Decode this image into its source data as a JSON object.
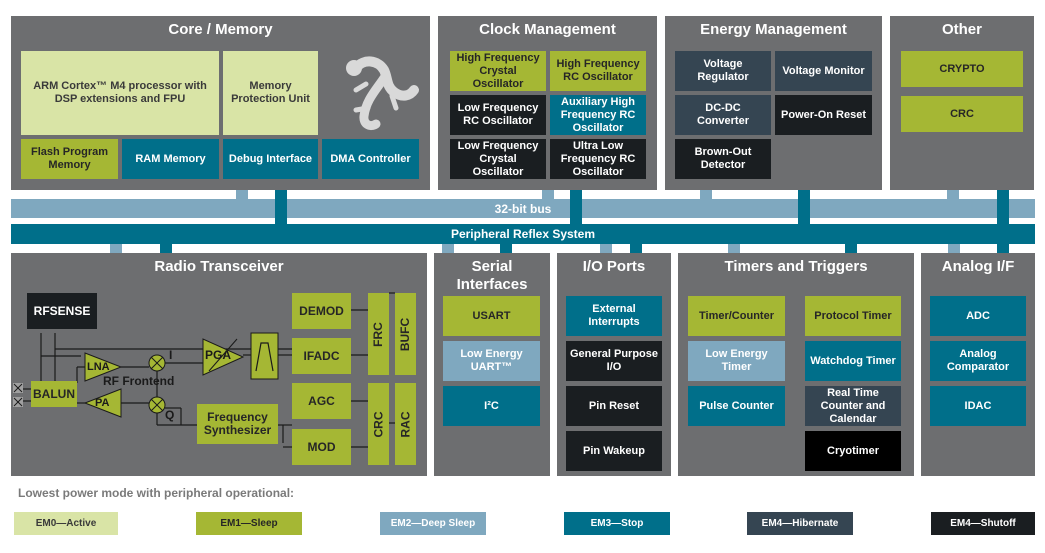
{
  "colors": {
    "panel": "#6d6e70",
    "em0": "#d9e4a6",
    "em1": "#a5b734",
    "em2": "#7fa8bf",
    "em3": "#006f8a",
    "em4_hibernate": "#354552",
    "em4_shutoff": "#1a1e21"
  },
  "core": {
    "title": "Core / Memory",
    "arm": "ARM Cortex™ M4 processor with DSP extensions and FPU",
    "mpu": "Memory Protection Unit",
    "flash": "Flash Program Memory",
    "ram": "RAM Memory",
    "debug": "Debug Interface",
    "dma": "DMA Controller"
  },
  "clock": {
    "title": "Clock Management",
    "hfxo": "High Frequency Crystal Oscillator",
    "hfrco": "High Frequency RC Oscillator",
    "lfrco": "Low Frequency RC Oscillator",
    "auxhfrco": "Auxiliary High Frequency RC Oscillator",
    "lfxo": "Low Frequency Crystal Oscillator",
    "ulfrco": "Ultra Low Frequency RC Oscillator"
  },
  "energy": {
    "title": "Energy Management",
    "vreg": "Voltage Regulator",
    "vmon": "Voltage Monitor",
    "dcdc": "DC-DC Converter",
    "por": "Power-On Reset",
    "bod": "Brown-Out Detector"
  },
  "other": {
    "title": "Other",
    "crypto": "CRYPTO",
    "crc": "CRC"
  },
  "bus": {
    "bus32": "32-bit bus",
    "prs": "Peripheral Reflex System"
  },
  "radio": {
    "title": "Radio Transceiver",
    "rfsense": "RFSENSE",
    "lna": "LNA",
    "pa": "PA",
    "balun": "BALUN",
    "rf_frontend": "RF Frontend",
    "i": "I",
    "q": "Q",
    "pga": "PGA",
    "demod": "DEMOD",
    "ifadc": "IFADC",
    "agc": "AGC",
    "mod": "MOD",
    "synth": "Frequency Synthesizer",
    "frc": "FRC",
    "bufc": "BUFC",
    "crc": "CRC",
    "rac": "RAC"
  },
  "serial": {
    "title": "Serial Interfaces",
    "usart": "USART",
    "leuart": "Low Energy UART™",
    "i2c": "I²C"
  },
  "io": {
    "title": "I/O Ports",
    "ext": "External Interrupts",
    "gpio": "General Purpose I/O",
    "pinreset": "Pin Reset",
    "pinwakeup": "Pin Wakeup"
  },
  "timers": {
    "title": "Timers and Triggers",
    "timer": "Timer/Counter",
    "protocol": "Protocol Timer",
    "letimer": "Low Energy Timer",
    "wdog": "Watchdog Timer",
    "pcnt": "Pulse Counter",
    "rtcc": "Real Time Counter and Calendar",
    "cryotimer": "Cryotimer"
  },
  "analog": {
    "title": "Analog I/F",
    "adc": "ADC",
    "acmp": "Analog Comparator",
    "idac": "IDAC"
  },
  "legend": {
    "title": "Lowest power mode with peripheral operational:",
    "em0": "EM0—Active",
    "em1": "EM1—Sleep",
    "em2": "EM2—Deep Sleep",
    "em3": "EM3—Stop",
    "em4h": "EM4—Hibernate",
    "em4s": "EM4—Shutoff"
  }
}
